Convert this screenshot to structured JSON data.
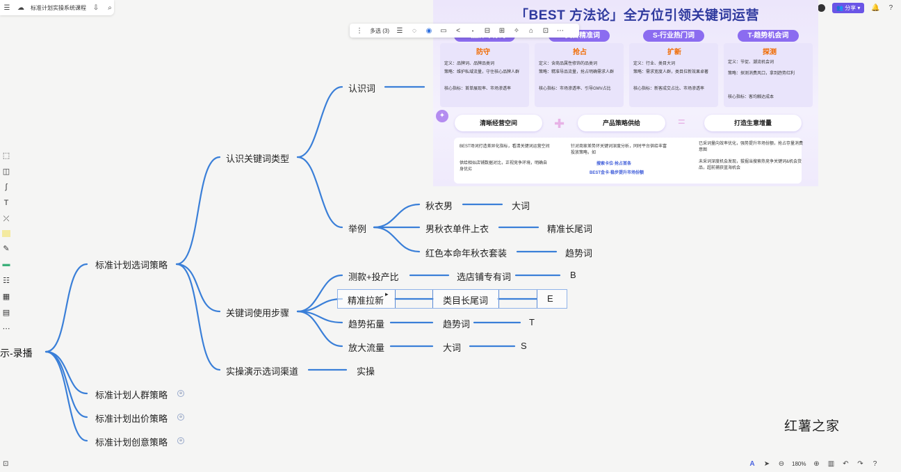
{
  "topbar": {
    "doc_title": "标准计划实操系统课程",
    "share_label": "分享"
  },
  "floatbar": {
    "select_label": "多选 (3)"
  },
  "slide": {
    "title": "「BEST 方法论」全方位引领关键词运营",
    "cards": [
      {
        "head": "B-品牌专有词",
        "sub": "防守",
        "lines": [
          "定义：品牌词、品牌品类词",
          "策略：维护私域流量，守住核心品牌人群",
          "核心指标：首单展现率、市场渗透率"
        ]
      },
      {
        "head": "E-类目精准词",
        "sub": "抢占",
        "lines": [
          "定义：含商品属性修饰的品类词",
          "策略：精准导品流量，抢占明确需求人群",
          "核心指标：市场渗透率、引导GMV占比"
        ]
      },
      {
        "head": "S-行业热门词",
        "sub": "扩新",
        "lines": [
          "定义：行业、类目大词",
          "策略：需求宽度人群，类目拉新效果卓著",
          "核心指标：新客成交占比、市场渗透率"
        ]
      },
      {
        "head": "T-趋势机会词",
        "sub": "探测",
        "lines": [
          "定义：节促、潮流机会词",
          "策略：探测消费风口，拿到趋势红利",
          "核心指标：客均触达成本"
        ]
      }
    ],
    "pills": [
      "清晰经营空间",
      "产品策略供给",
      "打造生意增量"
    ],
    "notes": [
      [
        "BEST场词打造差异化指标，看清关键词运营空间",
        "供给相似店铺数据对比，正视竞争环境，明确自身优劣"
      ],
      [
        "针对商家差势环关键词深度分析，同时平台供给丰富投放策略，如",
        "搜索卡位·抢占首条",
        "BEST金卡·稳步提升市场份额"
      ],
      [
        "已采词量向效率优化，强势提升市场份额，抢占存量消费意图",
        "未采词深度机会发现，拔掘当搜索热竞争关键词&机会货品，超前捕获蓝海机会"
      ]
    ]
  },
  "mindmap": {
    "root": "示-录播",
    "l1": [
      "标准计划选词策略",
      "标准计划人群策略",
      "标准计划出价策略",
      "标准计划创意策略"
    ],
    "l2": [
      "认识关键词类型",
      "关键词使用步骤",
      "实操演示选词渠道"
    ],
    "l3_type": [
      "认识词",
      "举例"
    ],
    "examples": [
      {
        "word": "秋衣男",
        "kind": "大词"
      },
      {
        "word": "男秋衣单件上衣",
        "kind": "精准长尾词"
      },
      {
        "word": "红色本命年秋衣套装",
        "kind": "趋势词"
      }
    ],
    "steps": [
      {
        "step": "测款+投产比",
        "word": "选店铺专有词",
        "letter": "B"
      },
      {
        "step": "精准拉新",
        "word": "类目长尾词",
        "letter": "E"
      },
      {
        "step": "趋势拓量",
        "word": "趋势词",
        "letter": "T"
      },
      {
        "step": "放大流量",
        "word": "大词",
        "letter": "S"
      }
    ],
    "practice": "实操"
  },
  "bottombar": {
    "zoom": "180%"
  },
  "watermark": "红薯之家"
}
